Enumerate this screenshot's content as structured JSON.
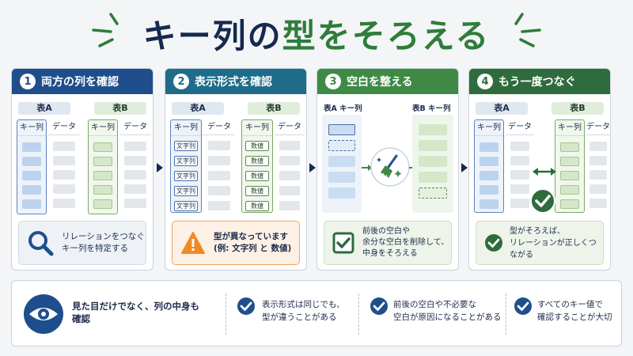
{
  "title": {
    "part1": "キー列の",
    "part2": "型をそろえる"
  },
  "colors": {
    "navy": "#16294f",
    "green": "#2e7d3a",
    "step1": "#1f4e8c",
    "step2": "#1f6b8a",
    "step3": "#3e8a45",
    "step4": "#2e6b3d",
    "warning": "#f08a24"
  },
  "steps": [
    {
      "number": "1",
      "title": "両方の列を確認",
      "table_a": "表A",
      "table_b": "表B",
      "key_col": "キー列",
      "data_col": "データ",
      "note": "リレーションをつなぐ\nキー列を特定する",
      "icon": "magnifier-icon"
    },
    {
      "number": "2",
      "title": "表示形式を確認",
      "table_a": "表A",
      "table_b": "表B",
      "key_col": "キー列",
      "data_col": "データ",
      "a_values": [
        "文字列",
        "文字列",
        "文字列",
        "文字列",
        "文字列"
      ],
      "b_values": [
        "数値",
        "数値",
        "数値",
        "数値",
        "数値"
      ],
      "note": "型が異なっています\n(例: 文字列 と 数値)",
      "icon": "warning-icon"
    },
    {
      "number": "3",
      "title": "空白を整える",
      "table_a": "表A キー列",
      "table_b": "表B キー列",
      "note": "前後の空白や\n余分な空白を削除して、\n中身をそろえる",
      "icon": "check-box-icon"
    },
    {
      "number": "4",
      "title": "もう一度つなぐ",
      "table_a": "表A",
      "table_b": "表B",
      "key_col": "キー列",
      "data_col": "データ",
      "note": "型がそろえば、\nリレーションが正しくつながる",
      "icon": "check-circle-icon"
    }
  ],
  "bottom": {
    "lead": "見た目だけでなく、列の中身も\n確認",
    "points": [
      "表示形式は同じでも、\n型が違うことがある",
      "前後の空白や不必要な\n空白が原因になることがある",
      "すべてのキー値で\n確認することが大切"
    ]
  }
}
